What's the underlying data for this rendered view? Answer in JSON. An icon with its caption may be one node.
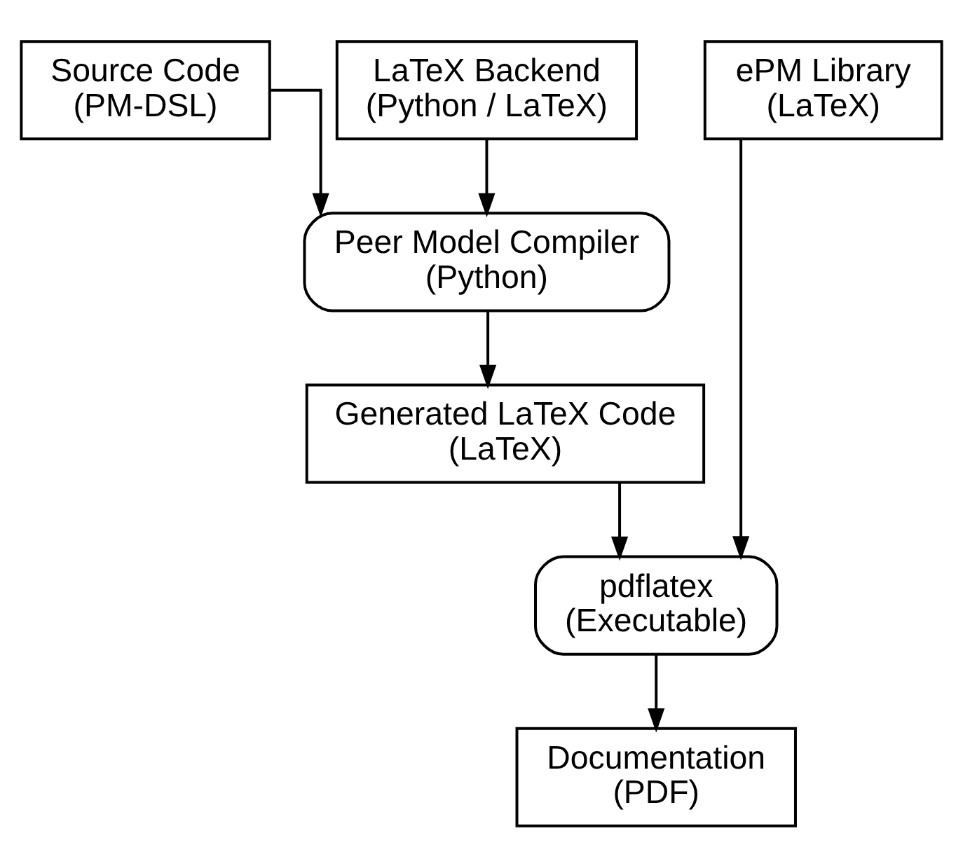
{
  "diagram": {
    "nodes": [
      {
        "text": [
          "Source Code",
          "(PM-DSL)"
        ]
      },
      {
        "text": [
          "LaTeX Backend",
          "(Python / LaTeX)"
        ]
      },
      {
        "text": [
          "ePM Library",
          "(LaTeX)"
        ]
      },
      {
        "text": [
          "Peer Model Compiler",
          "(Python)"
        ]
      },
      {
        "text": [
          "Generated LaTeX Code",
          "(LaTeX)"
        ]
      },
      {
        "text": [
          "pdflatex",
          "(Executable)"
        ]
      },
      {
        "text": [
          "Documentation",
          "(PDF)"
        ]
      }
    ],
    "edges": [
      {
        "from": 0,
        "to": 3,
        "arrow": "to"
      },
      {
        "from": 1,
        "to": 3,
        "arrow": "to"
      },
      {
        "from": 3,
        "to": 4,
        "arrow": "to"
      },
      {
        "from": 4,
        "to": 5,
        "arrow": "to"
      },
      {
        "from": 2,
        "to": 5,
        "arrow": "to"
      },
      {
        "from": 5,
        "to": 6,
        "arrow": "to"
      }
    ]
  }
}
